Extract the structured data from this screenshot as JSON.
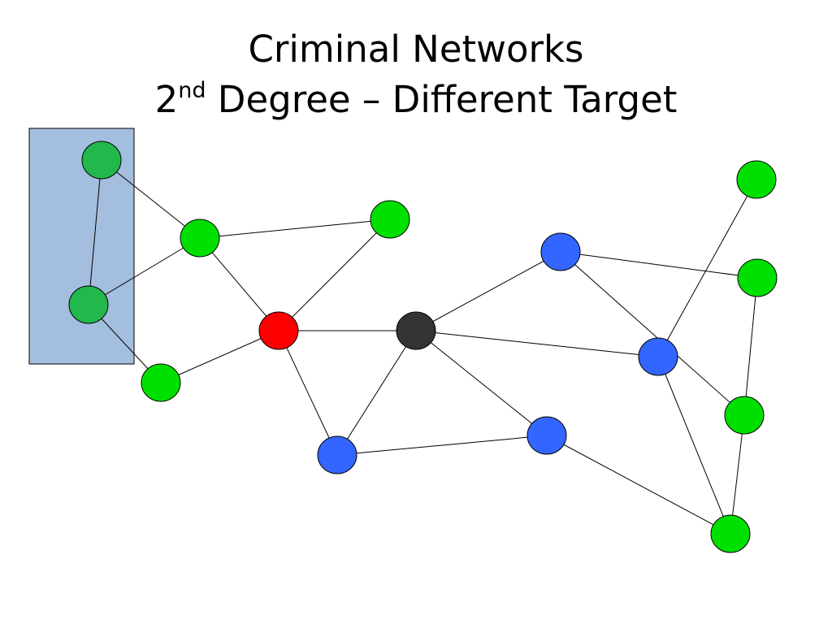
{
  "slide": {
    "title_line1": "Criminal Networks",
    "title_line2_num": "2",
    "title_line2_sup": "nd",
    "title_line2_rest": " Degree – Different Target"
  },
  "colors": {
    "target": "#ff0000",
    "hub": "#333333",
    "blue": "#3366ff",
    "green": "#00e000",
    "selected_green": "#22b84c",
    "highlight_box": "#a4bedf",
    "edge": "#000000"
  },
  "network": {
    "nodes": [
      {
        "id": "g1",
        "role": "green-selected"
      },
      {
        "id": "g2",
        "role": "green-selected"
      },
      {
        "id": "g3",
        "role": "green"
      },
      {
        "id": "g4",
        "role": "green"
      },
      {
        "id": "g5",
        "role": "green"
      },
      {
        "id": "target",
        "role": "target"
      },
      {
        "id": "hub",
        "role": "hub"
      },
      {
        "id": "b1",
        "role": "blue"
      },
      {
        "id": "b2",
        "role": "blue"
      },
      {
        "id": "b3",
        "role": "blue"
      },
      {
        "id": "b4",
        "role": "blue"
      },
      {
        "id": "g6",
        "role": "green"
      },
      {
        "id": "g7",
        "role": "green"
      },
      {
        "id": "g8",
        "role": "green"
      },
      {
        "id": "g9",
        "role": "green"
      }
    ],
    "edges": [
      [
        "g1",
        "g2"
      ],
      [
        "g1",
        "g3"
      ],
      [
        "g2",
        "g3"
      ],
      [
        "g2",
        "g5"
      ],
      [
        "g3",
        "g4"
      ],
      [
        "g3",
        "target"
      ],
      [
        "g4",
        "target"
      ],
      [
        "g5",
        "target"
      ],
      [
        "target",
        "hub"
      ],
      [
        "target",
        "b1"
      ],
      [
        "b1",
        "hub"
      ],
      [
        "b1",
        "b2"
      ],
      [
        "hub",
        "b2"
      ],
      [
        "hub",
        "b3"
      ],
      [
        "hub",
        "b4"
      ],
      [
        "b2",
        "g9"
      ],
      [
        "b3",
        "g9"
      ],
      [
        "b3",
        "g6"
      ],
      [
        "b4",
        "g7"
      ],
      [
        "b4",
        "g8"
      ],
      [
        "g7",
        "g8"
      ],
      [
        "g8",
        "g9"
      ]
    ]
  }
}
